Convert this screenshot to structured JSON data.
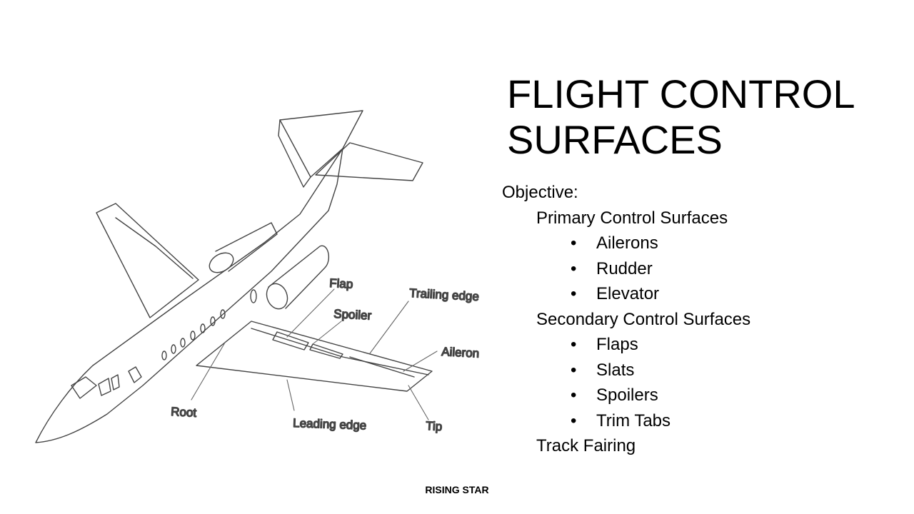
{
  "slide": {
    "title_line1": "FLIGHT CONTROL",
    "title_line2": "SURFACES",
    "objective_label": "Objective:",
    "primary": {
      "heading": "Primary Control Surfaces",
      "items": [
        "Ailerons",
        "Rudder",
        "Elevator"
      ]
    },
    "secondary": {
      "heading": "Secondary Control Surfaces",
      "items": [
        "Flaps",
        "Slats",
        "Spoilers",
        "Trim Tabs"
      ]
    },
    "track": "Track Fairing",
    "bullet_glyph": "•",
    "footer": "RISING STAR"
  },
  "diagram": {
    "labels": {
      "flap": "Flap",
      "spoiler": "Spoiler",
      "trailing_edge": "Trailing edge",
      "aileron": "Aileron",
      "root": "Root",
      "leading_edge": "Leading edge",
      "tip": "Tip"
    },
    "line_color": "#444444",
    "label_color": "#555555"
  }
}
